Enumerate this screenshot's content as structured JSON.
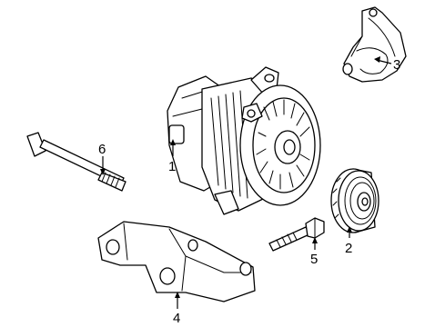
{
  "callouts": {
    "alternator": "1",
    "pulley": "2",
    "rear_bracket": "3",
    "mounting_bracket": "4",
    "pulley_bolt": "5",
    "through_bolt": "6"
  }
}
